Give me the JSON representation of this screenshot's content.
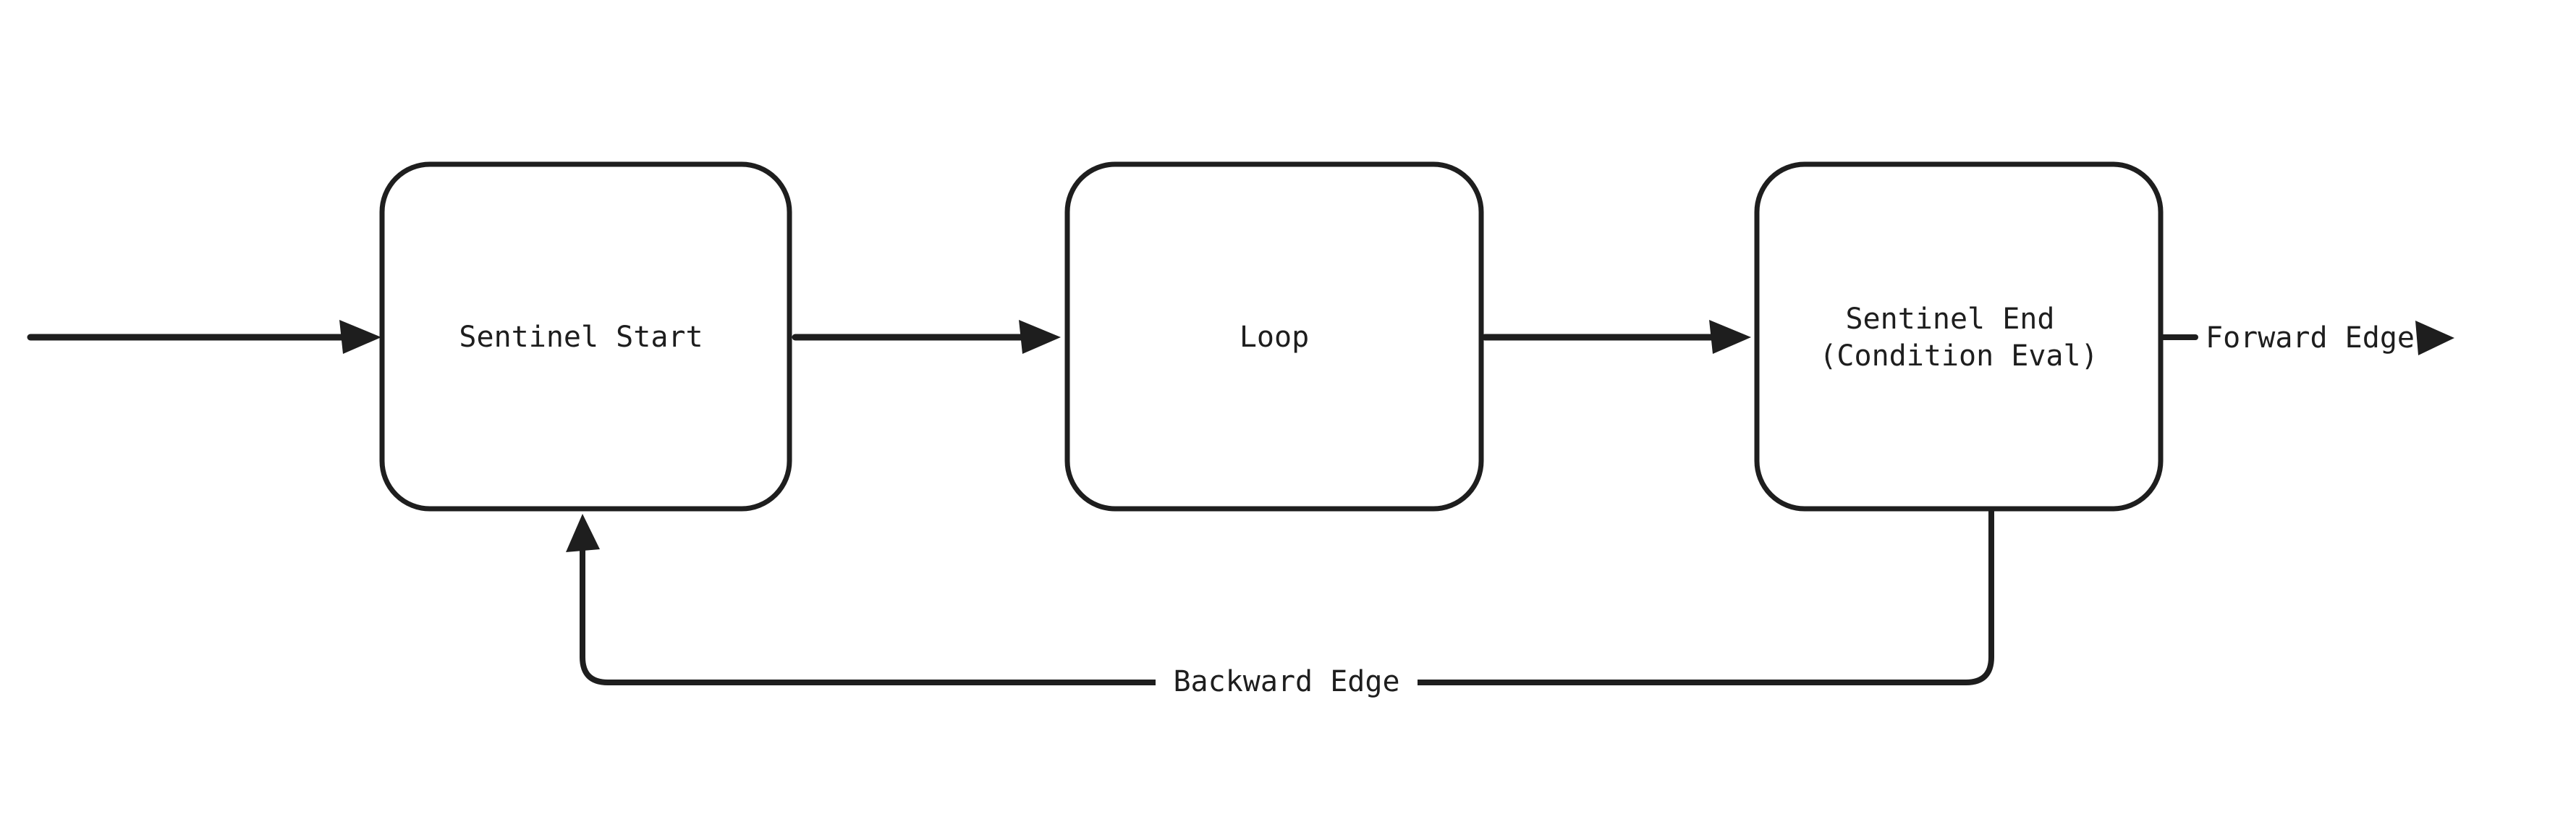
{
  "canvas": {
    "background_color": "#ffffff",
    "stroke_color": "#1e1e1e"
  },
  "diagram": {
    "type": "flowchart",
    "nodes": [
      {
        "id": "sentinel-start",
        "label": "Sentinel Start"
      },
      {
        "id": "loop",
        "label": "Loop"
      },
      {
        "id": "sentinel-end",
        "label_line1": "Sentinel End",
        "label_line2": "(Condition Eval)"
      }
    ],
    "edges": [
      {
        "id": "entry-arrow",
        "to": "sentinel-start",
        "label": ""
      },
      {
        "id": "start-to-loop",
        "from": "sentinel-start",
        "to": "loop",
        "label": ""
      },
      {
        "id": "loop-to-end",
        "from": "loop",
        "to": "sentinel-end",
        "label": ""
      },
      {
        "id": "forward-edge",
        "from": "sentinel-end",
        "label": "Forward Edge"
      },
      {
        "id": "backward-edge",
        "from": "sentinel-end",
        "to": "sentinel-start",
        "label": "Backward Edge"
      }
    ]
  }
}
